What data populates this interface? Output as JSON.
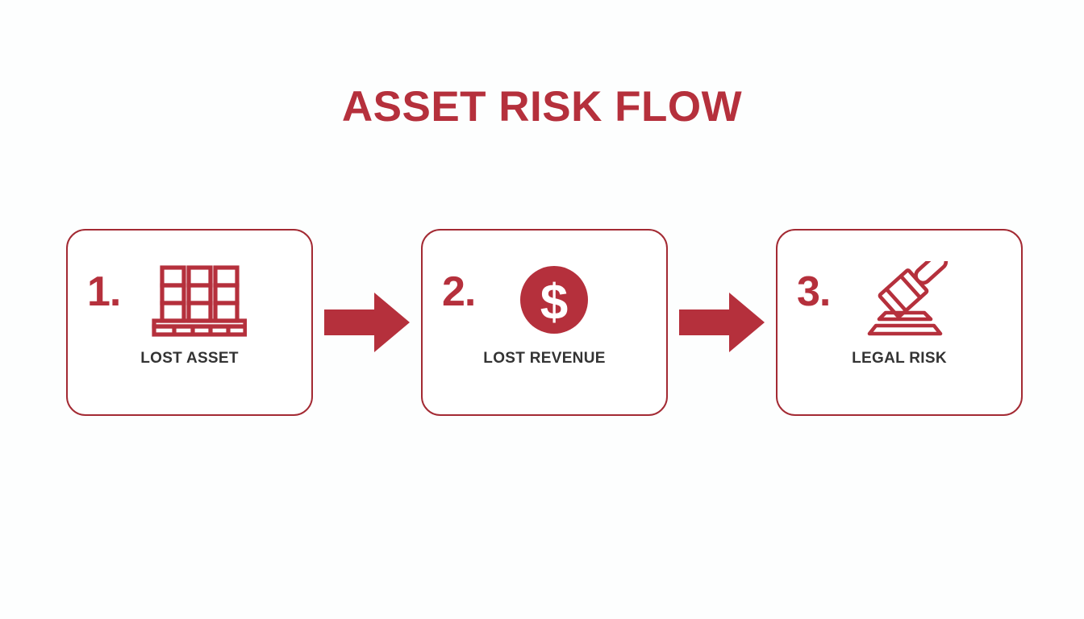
{
  "page": {
    "background_color": "#fdfefe",
    "accent_color": "#b5303c",
    "border_color": "#a32a33",
    "label_color": "#333333"
  },
  "title": "ASSET RISK FLOW",
  "flow": {
    "steps": [
      {
        "number": "1.",
        "label": "LOST ASSET",
        "icon": "pallet-boxes-icon"
      },
      {
        "number": "2.",
        "label": "LOST REVENUE",
        "icon": "dollar-coin-icon"
      },
      {
        "number": "3.",
        "label": "LEGAL RISK",
        "icon": "gavel-icon"
      }
    ],
    "connectors": [
      {
        "icon": "arrow-right-icon"
      },
      {
        "icon": "arrow-right-icon"
      }
    ]
  }
}
